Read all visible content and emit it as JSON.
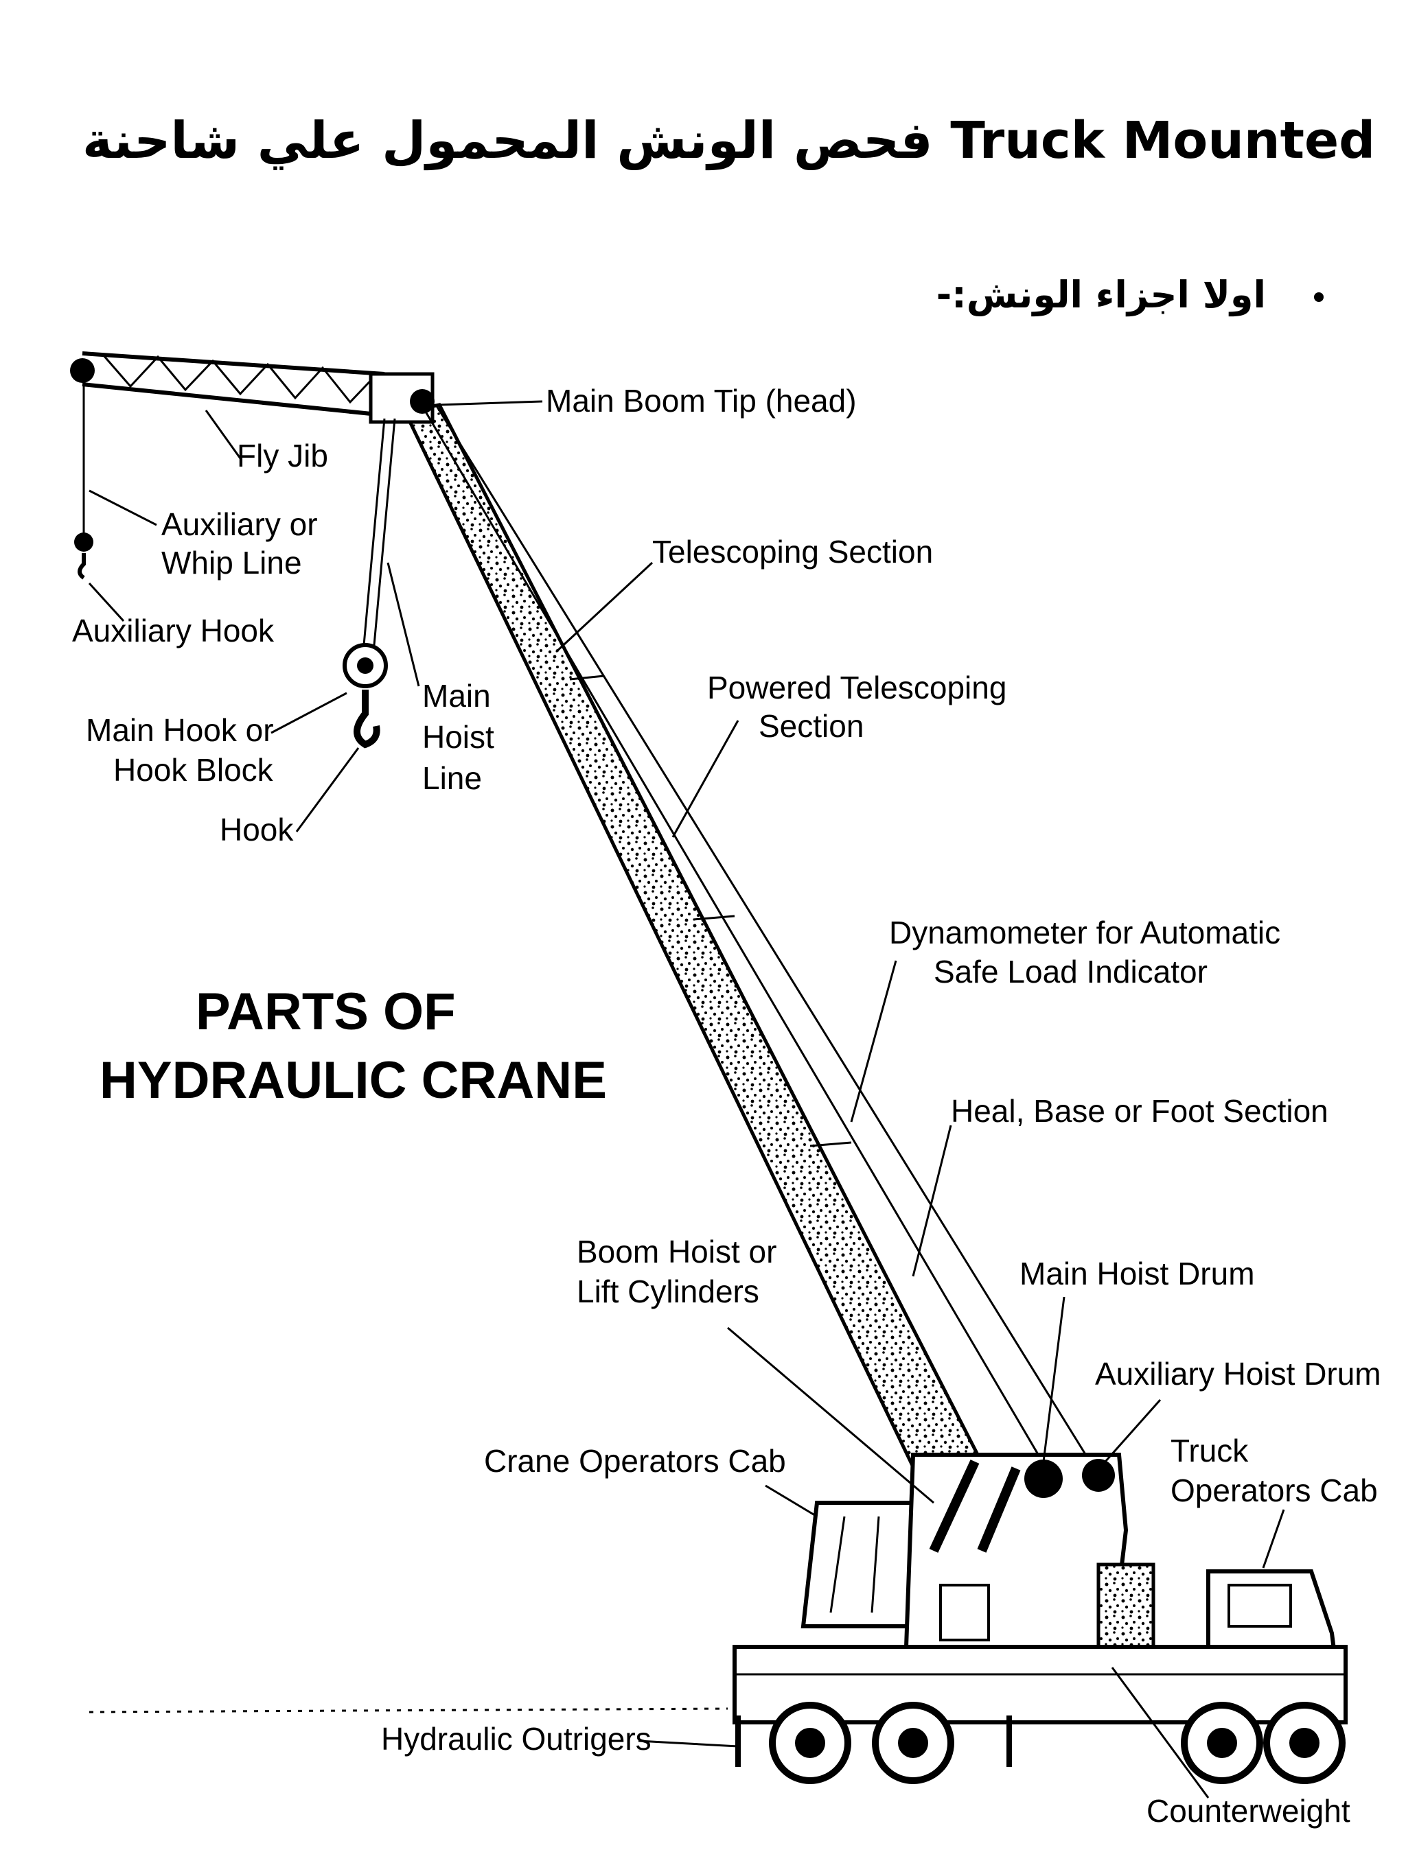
{
  "slide": {
    "title": "فحص الونش المحمول علي شاحنة  Truck Mounted",
    "bullet": "اولا اجزاء الونش:-"
  },
  "diagram": {
    "heading_line1": "PARTS OF",
    "heading_line2": "HYDRAULIC CRANE",
    "labels": {
      "main_boom_tip": "Main Boom Tip (head)",
      "fly_jib": "Fly Jib",
      "aux_line_1": "Auxiliary or",
      "aux_line_2": "Whip Line",
      "aux_hook": "Auxiliary Hook",
      "telescoping_section": "Telescoping Section",
      "powered_tele_1": "Powered Telescoping",
      "powered_tele_2": "Section",
      "main_hoist_1": "Main",
      "main_hoist_2": "Hoist",
      "main_hoist_3": "Line",
      "main_hook_1": "Main Hook or",
      "main_hook_2": "Hook Block",
      "hook": "Hook",
      "dyn_1": "Dynamometer for Automatic",
      "dyn_2": "Safe Load Indicator",
      "heal": "Heal, Base or Foot Section",
      "boom_hoist_1": "Boom Hoist or",
      "boom_hoist_2": "Lift  Cylinders",
      "main_hoist_drum": "Main Hoist Drum",
      "aux_hoist_drum": "Auxiliary Hoist Drum",
      "truck_cab_1": "Truck",
      "truck_cab_2": "Operators Cab",
      "crane_cab": "Crane Operators Cab",
      "outriggers": "Hydraulic Outrigers",
      "counterweight": "Counterweight"
    }
  }
}
